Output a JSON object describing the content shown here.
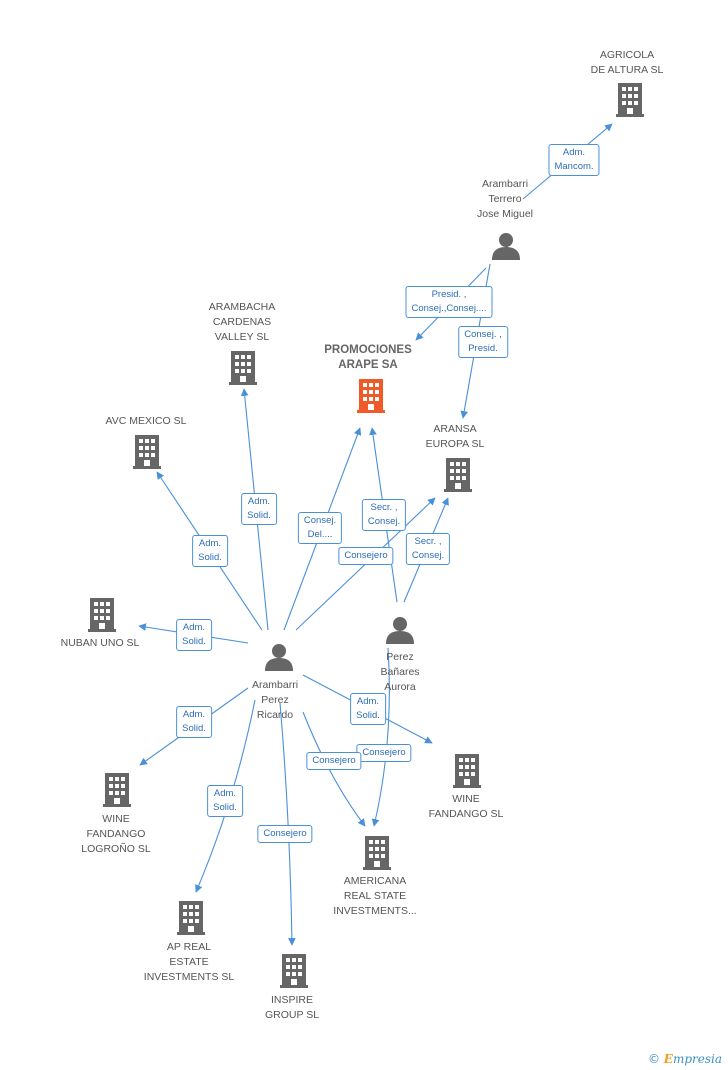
{
  "nodes": {
    "agricola": {
      "label": "AGRICOLA\nDE ALTURA SL",
      "type": "company"
    },
    "arambarri_terrero": {
      "label": "Arambarri\nTerrero\nJose Miguel",
      "type": "person"
    },
    "arambacha": {
      "label": "ARAMBACHA\nCARDENAS\nVALLEY  SL",
      "type": "company"
    },
    "promociones": {
      "label": "PROMOCIONES\nARAPE SA",
      "type": "company",
      "main": true
    },
    "avc": {
      "label": "AVC MEXICO SL",
      "type": "company"
    },
    "aransa": {
      "label": "ARANSA\nEUROPA SL",
      "type": "company"
    },
    "nuban": {
      "label": "NUBAN UNO SL",
      "type": "company"
    },
    "perez_banares": {
      "label": "Perez\nBañares\nAurora",
      "type": "person"
    },
    "arambarri_perez": {
      "label": "Arambarri\nPerez\nRicardo",
      "type": "person"
    },
    "wine_logrono": {
      "label": "WINE\nFANDANGO\nLOGROÑO SL",
      "type": "company"
    },
    "wine": {
      "label": "WINE\nFANDANGO SL",
      "type": "company"
    },
    "americana": {
      "label": "AMERICANA\nREAL STATE\nINVESTMENTS...",
      "type": "company"
    },
    "ap_real": {
      "label": "AP REAL\nESTATE\nINVESTMENTS SL",
      "type": "company"
    },
    "inspire": {
      "label": "INSPIRE\nGROUP SL",
      "type": "company"
    }
  },
  "edges": [
    {
      "label": "Adm.\nMancom."
    },
    {
      "label": "Presid. ,\nConsej.,Consej...."
    },
    {
      "label": "Consej. ,\nPresid."
    },
    {
      "label": "Adm.\nSolid."
    },
    {
      "label": "Adm.\nSolid."
    },
    {
      "label": "Adm.\nSolid."
    },
    {
      "label": "Consej.\nDel...."
    },
    {
      "label": "Consejero"
    },
    {
      "label": "Secr. ,\nConsej."
    },
    {
      "label": "Secr. ,\nConsej."
    },
    {
      "label": "Adm.\nSolid."
    },
    {
      "label": "Consejero"
    },
    {
      "label": "Adm.\nSolid."
    },
    {
      "label": "Consejero"
    },
    {
      "label": "Adm.\nSolid."
    },
    {
      "label": "Consejero"
    }
  ],
  "colors": {
    "edge": "#4a90d9",
    "company": "#666666",
    "main_company": "#f05a28",
    "person": "#666666"
  },
  "watermark": {
    "symbol": "©",
    "brand_initial": "E",
    "brand_rest": "mpresia"
  }
}
